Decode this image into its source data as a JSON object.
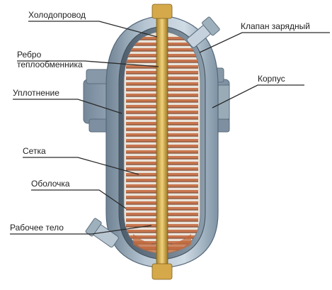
{
  "labels": {
    "holodoprovod": "Холодопровод",
    "rebro": "Ребро теплообменника",
    "uplotnenie": "Уплотнение",
    "setka": "Сетка",
    "obolochka": "Оболочка",
    "rabochee_telo": "Рабочее тело",
    "klapan": "Клапан зарядный",
    "korpus": "Корпус"
  },
  "colors": {
    "shell": "#a7b8c6",
    "fin": "#c8764f",
    "pipe": "#d8b24a",
    "background": "#ffffff",
    "line": "#2a2a2a"
  }
}
